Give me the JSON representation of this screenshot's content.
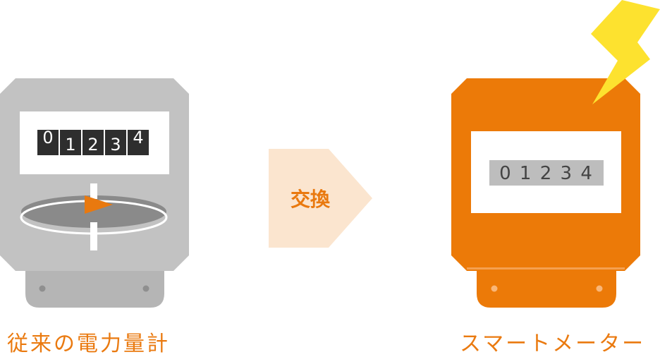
{
  "old_meter": {
    "digits": [
      "0",
      "1",
      "2",
      "3",
      "4"
    ],
    "caption": "従来の電力量計",
    "body_color": "#c2c2c2",
    "base_color": "#b5b5b5",
    "disc_color": "#8a8a8a",
    "pointer_color": "#e9790f"
  },
  "arrow": {
    "label": "交換",
    "fill_color": "#fbe5cf",
    "text_color": "#e9790f"
  },
  "smart_meter": {
    "readout": "0 1 2 3 4",
    "caption": "スマートメーター",
    "body_color": "#ec7a08",
    "base_color": "#ec7a08",
    "bolt_color": "#fde22f"
  }
}
